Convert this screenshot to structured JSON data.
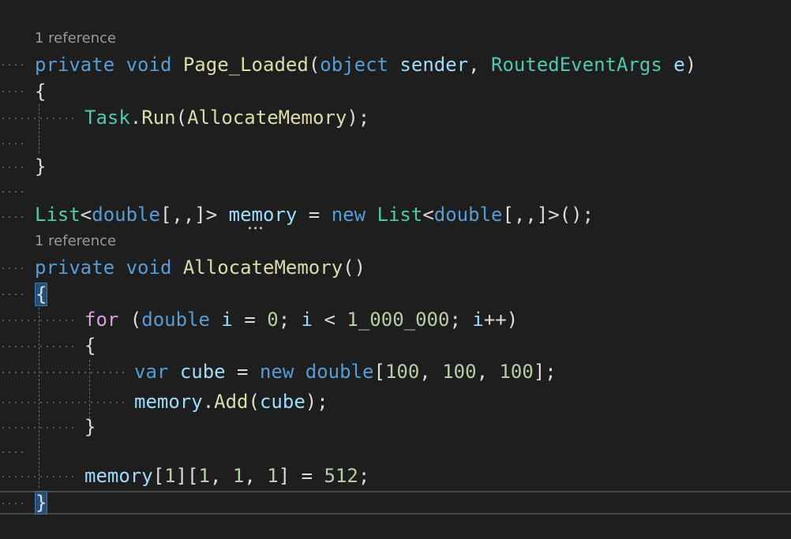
{
  "editor": {
    "codelens": {
      "page_loaded": "1 reference",
      "allocate_memory": "1 reference"
    },
    "lines": {
      "l1": [
        "private",
        " ",
        "void",
        " ",
        "Page_Loaded",
        "(",
        "object",
        " ",
        "sender",
        ", ",
        "RoutedEventArgs",
        " ",
        "e",
        ")"
      ],
      "l2": [
        "{"
      ],
      "l3": [
        "Task",
        ".",
        "Run",
        "(",
        "AllocateMemory",
        ");"
      ],
      "l4": [
        "}"
      ],
      "l5": [
        "List",
        "<",
        "double",
        "[,,]> ",
        "memory",
        " = ",
        "new",
        " ",
        "List",
        "<",
        "double",
        "[,,]>();"
      ],
      "l6": [
        "private",
        " ",
        "void",
        " ",
        "AllocateMemory",
        "()"
      ],
      "l7": [
        "{"
      ],
      "l8": [
        "for",
        " (",
        "double",
        " ",
        "i",
        " = ",
        "0",
        "; ",
        "i",
        " < ",
        "1_000_000",
        "; ",
        "i",
        "++)"
      ],
      "l9": [
        "{"
      ],
      "l10": [
        "var",
        " ",
        "cube",
        " = ",
        "new",
        " ",
        "double",
        "[",
        "100",
        ", ",
        "100",
        ", ",
        "100",
        "];"
      ],
      "l11": [
        "memory",
        ".",
        "Add",
        "(",
        "cube",
        ");"
      ],
      "l12": [
        "}"
      ],
      "l13": [
        "memory",
        "[",
        "1",
        "][",
        "1",
        ", ",
        "1",
        ", ",
        "1",
        "] = ",
        "512",
        ";"
      ],
      "l14": [
        "}"
      ]
    },
    "colors": {
      "background": "#1e1e1e",
      "keyword": "#569cd6",
      "control_keyword": "#d8a0df",
      "type": "#4ec9b0",
      "method": "#dcdcaa",
      "identifier": "#9cdcfe",
      "number": "#b5cea8",
      "punctuation": "#dcdcdc",
      "codelens": "#999999",
      "brace_highlight": "#264f78"
    }
  }
}
